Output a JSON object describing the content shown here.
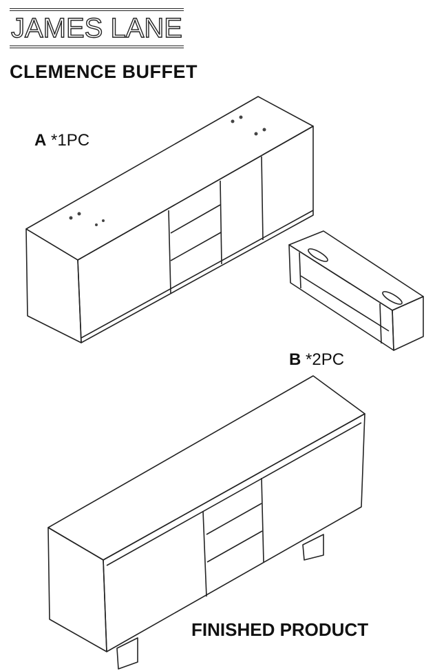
{
  "brand": {
    "logo_text": "JAMES LANE"
  },
  "product_title": "CLEMENCE BUFFET",
  "parts": [
    {
      "letter": "A",
      "qty": "*1PC"
    },
    {
      "letter": "B",
      "qty": "*2PC"
    }
  ],
  "finished_label": "FINISHED PRODUCT"
}
